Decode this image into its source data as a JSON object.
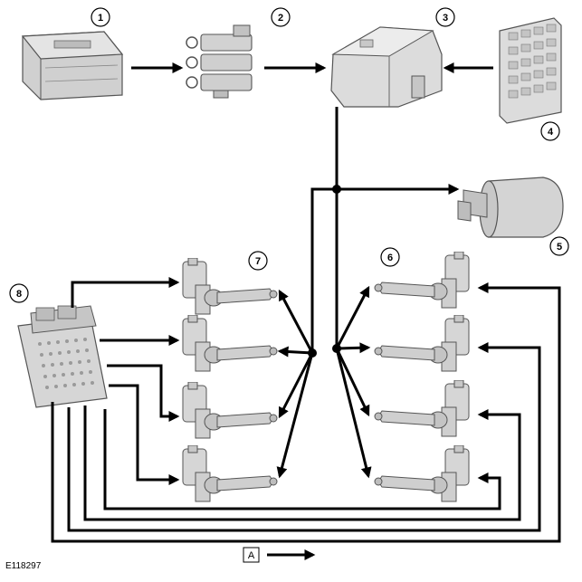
{
  "figure_id": "E118297",
  "legend": {
    "letter": "A"
  },
  "callouts": {
    "battery": "1",
    "fuse_link": "2",
    "engine_junction_box": "3",
    "central_junction_box": "4",
    "relay_module": "5",
    "coils_right_bank": "6",
    "coils_left_bank": "7",
    "engine_control_module": "8"
  },
  "colors": {
    "line": "#000000",
    "component_fill": "#d9d9d9",
    "component_stroke": "#555555"
  }
}
